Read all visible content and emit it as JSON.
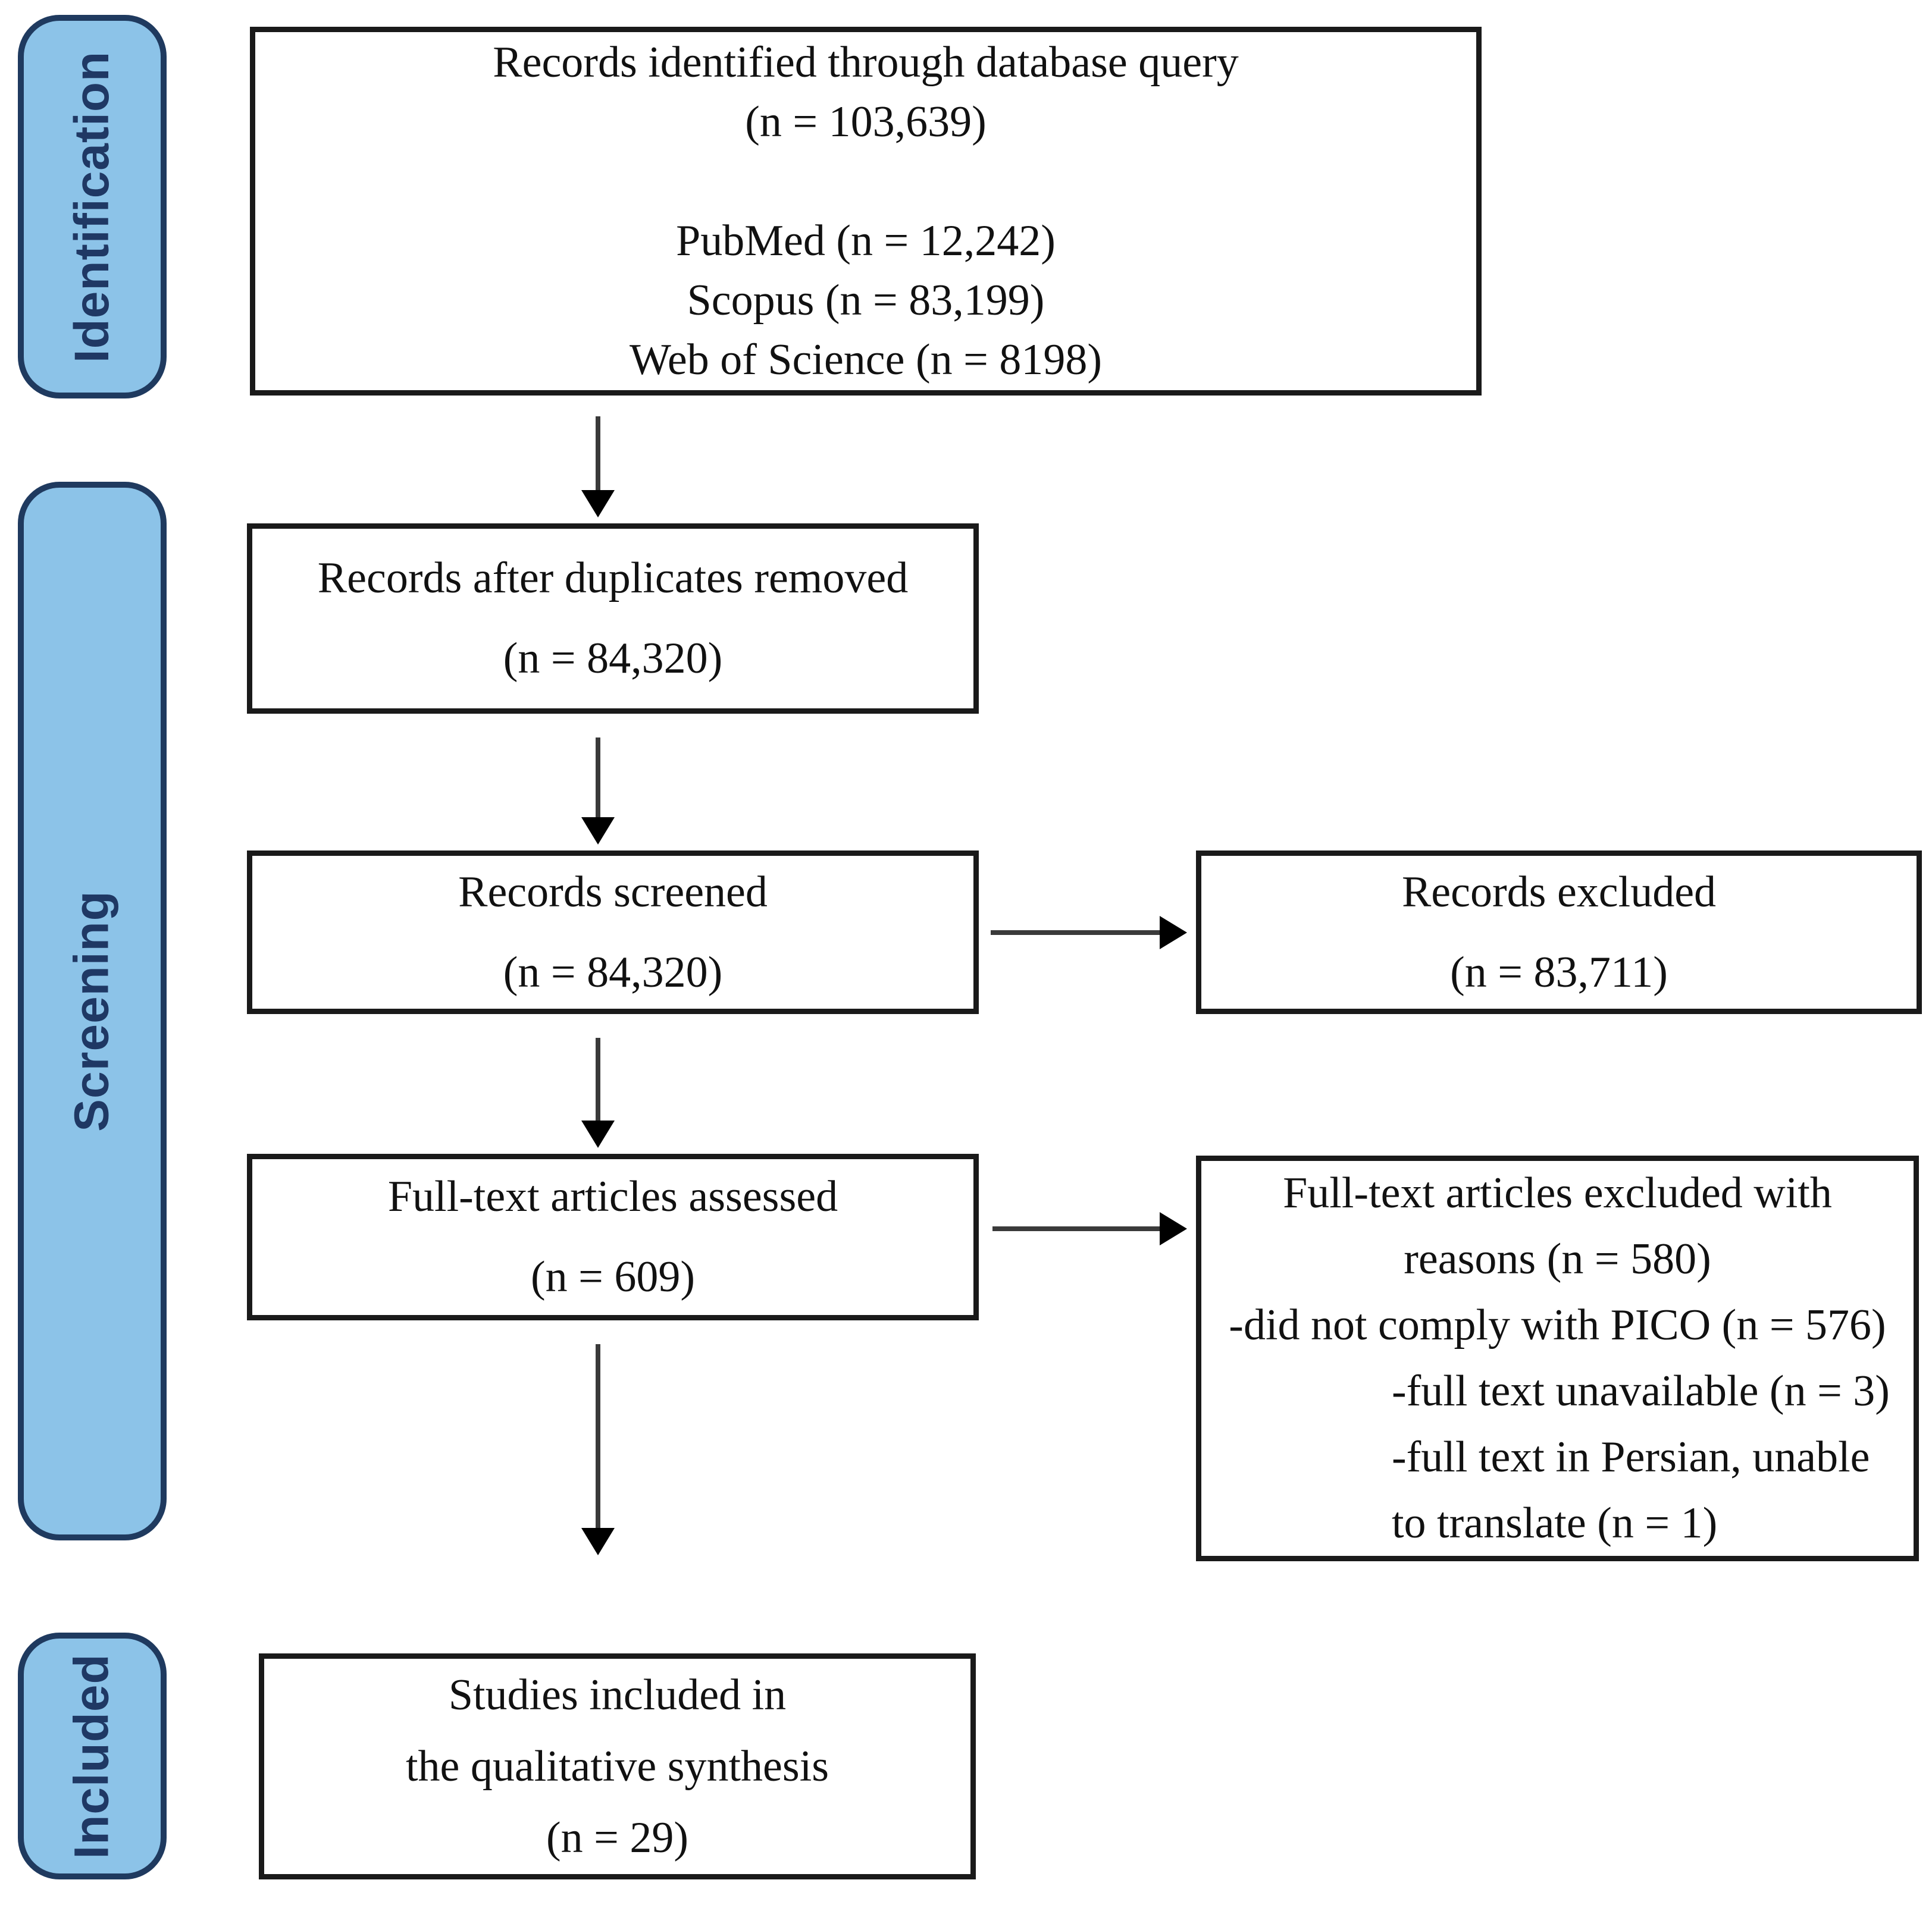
{
  "stages": {
    "identification": "Identification",
    "screening": "Screening",
    "included": "Included"
  },
  "boxes": {
    "identified": {
      "lines": [
        "Records identified through database query",
        "(n = 103,639)",
        "",
        "PubMed (n = 12,242)",
        "Scopus (n = 83,199)",
        "Web of Science (n = 8198)"
      ]
    },
    "deduplicated": {
      "lines": [
        "Records after duplicates removed",
        "(n = 84,320)"
      ]
    },
    "screened": {
      "lines": [
        "Records screened",
        "(n = 84,320)"
      ]
    },
    "records_excluded": {
      "lines": [
        "Records excluded",
        "(n = 83,711)"
      ]
    },
    "fulltext_assessed": {
      "lines": [
        "Full-text articles assessed",
        "(n = 609)"
      ]
    },
    "fulltext_excluded": {
      "lines": [
        "Full-text articles excluded with",
        "reasons (n = 580)",
        "-did not comply with PICO (n = 576)",
        "-full text unavailable (n = 3)",
        "-full text in Persian, unable",
        "to translate (n = 1)"
      ]
    },
    "studies_included": {
      "lines": [
        "Studies included in",
        "the qualitative synthesis",
        "(n = 29)"
      ]
    }
  },
  "colors": {
    "stage_fill": "#8CC3E8",
    "stage_border": "#1F3A5F",
    "stage_text": "#1F3864",
    "box_border": "#1A1A1A",
    "box_text": "#111111",
    "arrow_line": "#3A3A3A",
    "arrow_head": "#000000",
    "background": "#FFFFFF"
  }
}
